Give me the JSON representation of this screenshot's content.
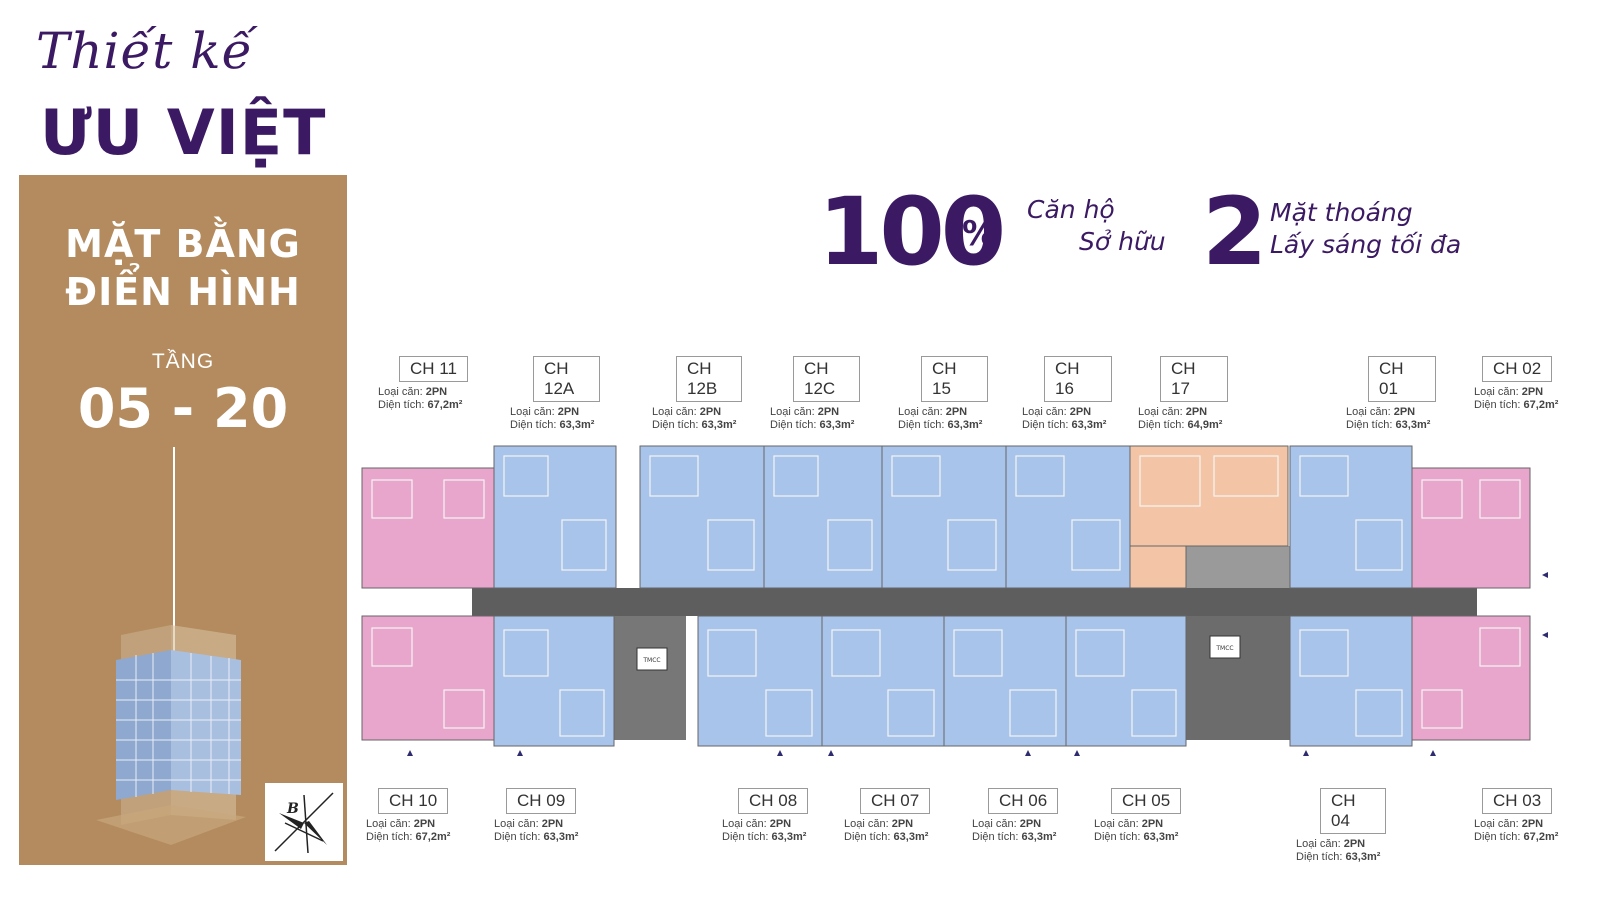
{
  "header": {
    "script_title": "Thiết kế",
    "main_title": "ƯU VIỆT"
  },
  "panel": {
    "heading_line1": "MẶT BẰNG",
    "heading_line2": "ĐIỂN HÌNH",
    "floor_label": "TẦNG",
    "floor_range": "05 - 20",
    "logo_letter": "B"
  },
  "highlights": {
    "number1": "100",
    "percent": "%",
    "text1_line1": "Căn hộ",
    "text1_line2": "Sở hữu",
    "number2": "2",
    "text2_line1": "Mặt thoáng",
    "text2_line2": "Lấy sáng tối đa"
  },
  "labels": {
    "type": "Loại căn:",
    "area": "Diện tích:"
  },
  "colors": {
    "brand_purple": "#3b1a63",
    "panel_gold": "#b38b5e",
    "unit_blue": "#a9c4ea",
    "unit_pink": "#e8a6cc",
    "unit_orange": "#f3c5a6",
    "corridor": "#5e5e5e"
  },
  "units_top": [
    {
      "code": "CH 11",
      "type": "2PN",
      "area": "67,2m²"
    },
    {
      "code": "CH 12A",
      "type": "2PN",
      "area": "63,3m²"
    },
    {
      "code": "CH 12B",
      "type": "2PN",
      "area": "63,3m²"
    },
    {
      "code": "CH 12C",
      "type": "2PN",
      "area": "63,3m²"
    },
    {
      "code": "CH 15",
      "type": "2PN",
      "area": "63,3m²"
    },
    {
      "code": "CH 16",
      "type": "2PN",
      "area": "63,3m²"
    },
    {
      "code": "CH 17",
      "type": "2PN",
      "area": "64,9m²"
    },
    {
      "code": "CH 01",
      "type": "2PN",
      "area": "63,3m²"
    },
    {
      "code": "CH 02",
      "type": "2PN",
      "area": "67,2m²"
    }
  ],
  "units_bottom": [
    {
      "code": "CH 10",
      "type": "2PN",
      "area": "67,2m²"
    },
    {
      "code": "CH 09",
      "type": "2PN",
      "area": "63,3m²"
    },
    {
      "code": "CH 08",
      "type": "2PN",
      "area": "63,3m²"
    },
    {
      "code": "CH 07",
      "type": "2PN",
      "area": "63,3m²"
    },
    {
      "code": "CH 06",
      "type": "2PN",
      "area": "63,3m²"
    },
    {
      "code": "CH 05",
      "type": "2PN",
      "area": "63,3m²"
    },
    {
      "code": "CH 04",
      "type": "2PN",
      "area": "63,3m²"
    },
    {
      "code": "CH 03",
      "type": "2PN",
      "area": "67,2m²"
    }
  ],
  "plan": {
    "lift_label": "TMCC"
  }
}
